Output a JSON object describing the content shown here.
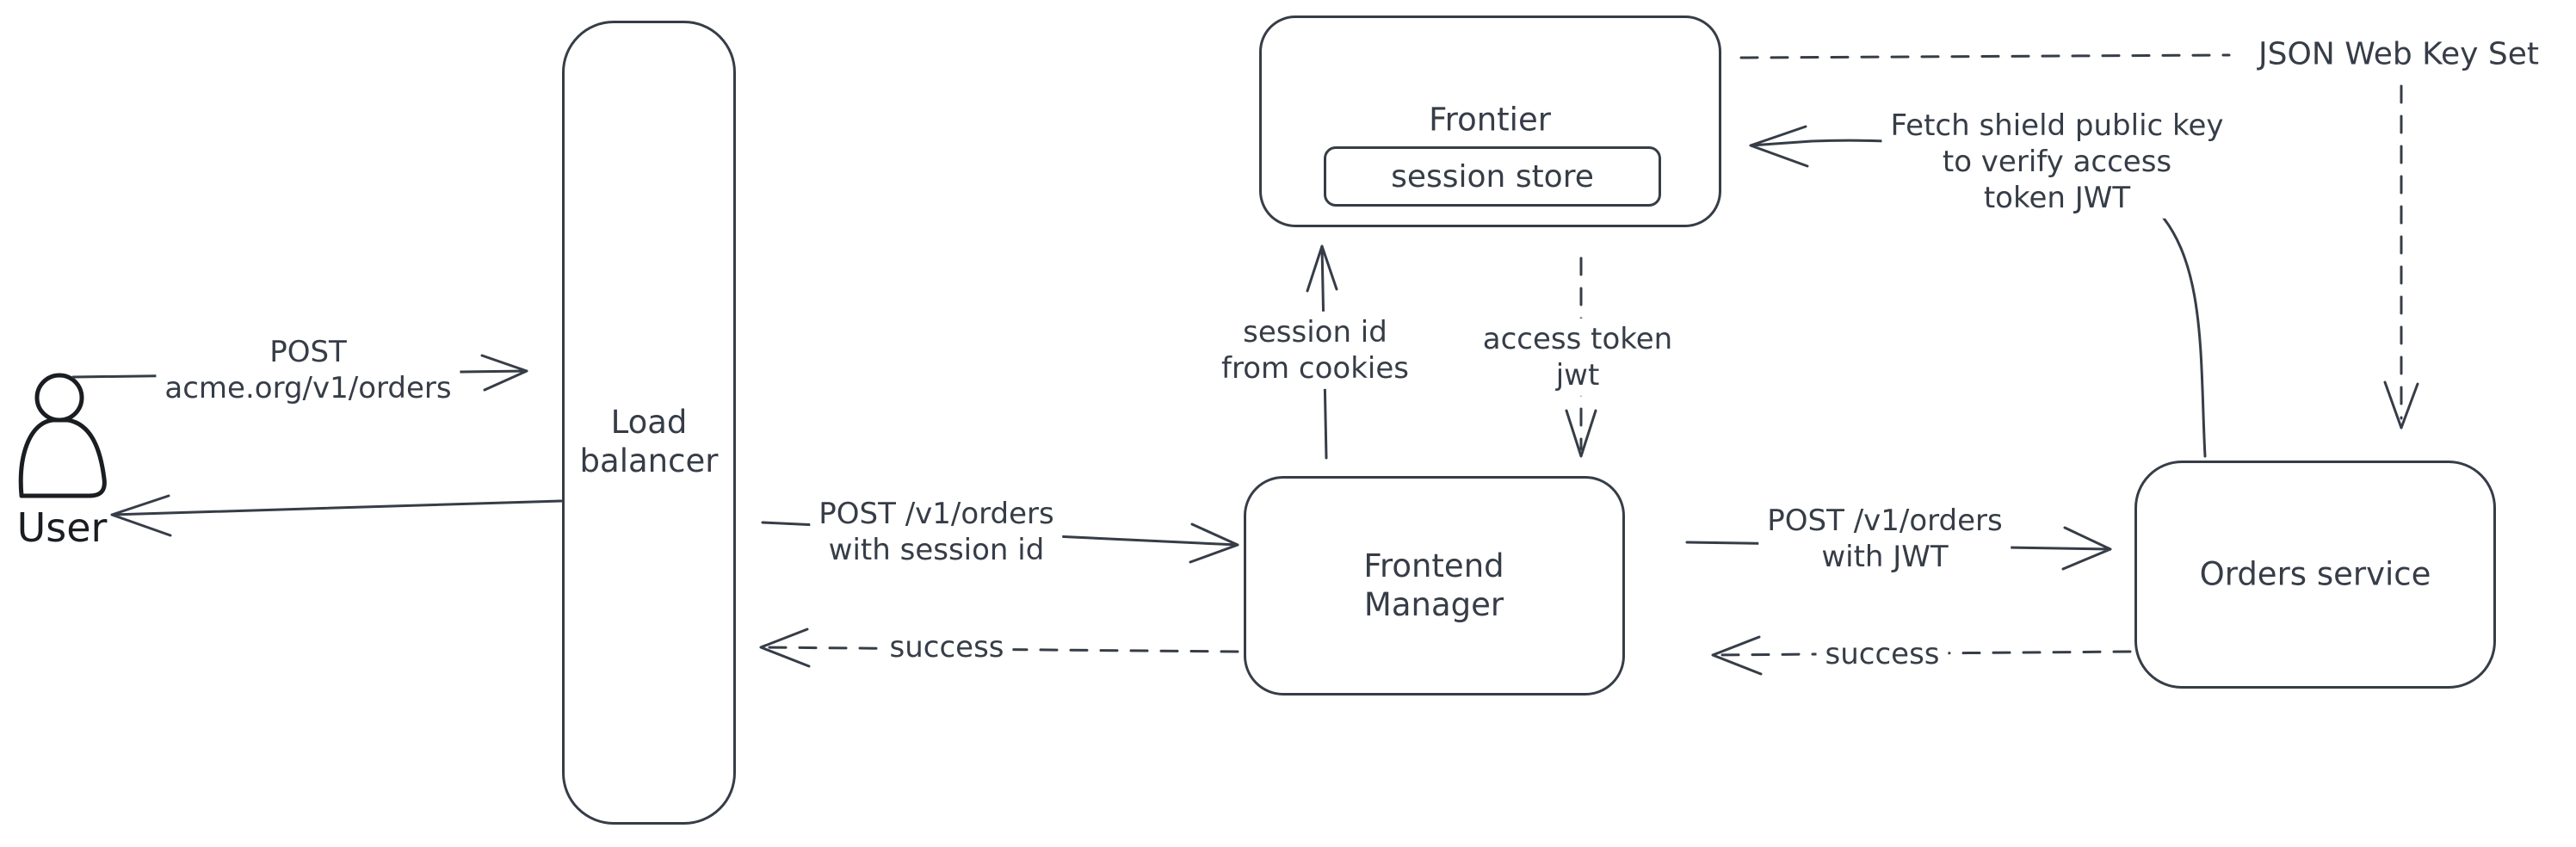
{
  "colors": {
    "ink": "#363d47",
    "user_stroke": "#1a1d21",
    "user_fill_hatch": "#ccd6df",
    "background": "#ffffff"
  },
  "nodes": {
    "user": {
      "label": "User"
    },
    "load_balancer": {
      "lines": [
        "Load",
        "balancer"
      ]
    },
    "frontier": {
      "label": "Frontier",
      "store_label": "session store"
    },
    "frontend_manager": {
      "lines": [
        "Frontend",
        "Manager"
      ]
    },
    "orders_service": {
      "label": "Orders service"
    }
  },
  "edges": {
    "user_to_lb": {
      "style": "solid",
      "lines": [
        "POST",
        "acme.org/v1/orders"
      ]
    },
    "lb_to_user": {
      "style": "solid"
    },
    "lb_to_fm": {
      "style": "solid",
      "lines": [
        "POST /v1/orders",
        "with session id"
      ]
    },
    "fm_to_lb": {
      "style": "dashed",
      "label": "success"
    },
    "fm_to_frontier": {
      "style": "solid",
      "lines": [
        "session id",
        "from cookies"
      ]
    },
    "frontier_to_fm": {
      "style": "dashed",
      "lines": [
        "access token",
        "jwt"
      ]
    },
    "orders_to_frontier": {
      "style": "solid",
      "lines": [
        "Fetch shield public key",
        "to verify access",
        "token JWT"
      ]
    },
    "frontier_to_jwks": {
      "style": "dashed",
      "label": "JSON Web Key Set"
    },
    "jwks_to_orders": {
      "style": "dashed"
    },
    "fm_to_orders": {
      "style": "solid",
      "lines": [
        "POST /v1/orders",
        "with JWT"
      ]
    },
    "orders_to_fm": {
      "style": "dashed",
      "label": "success"
    }
  }
}
